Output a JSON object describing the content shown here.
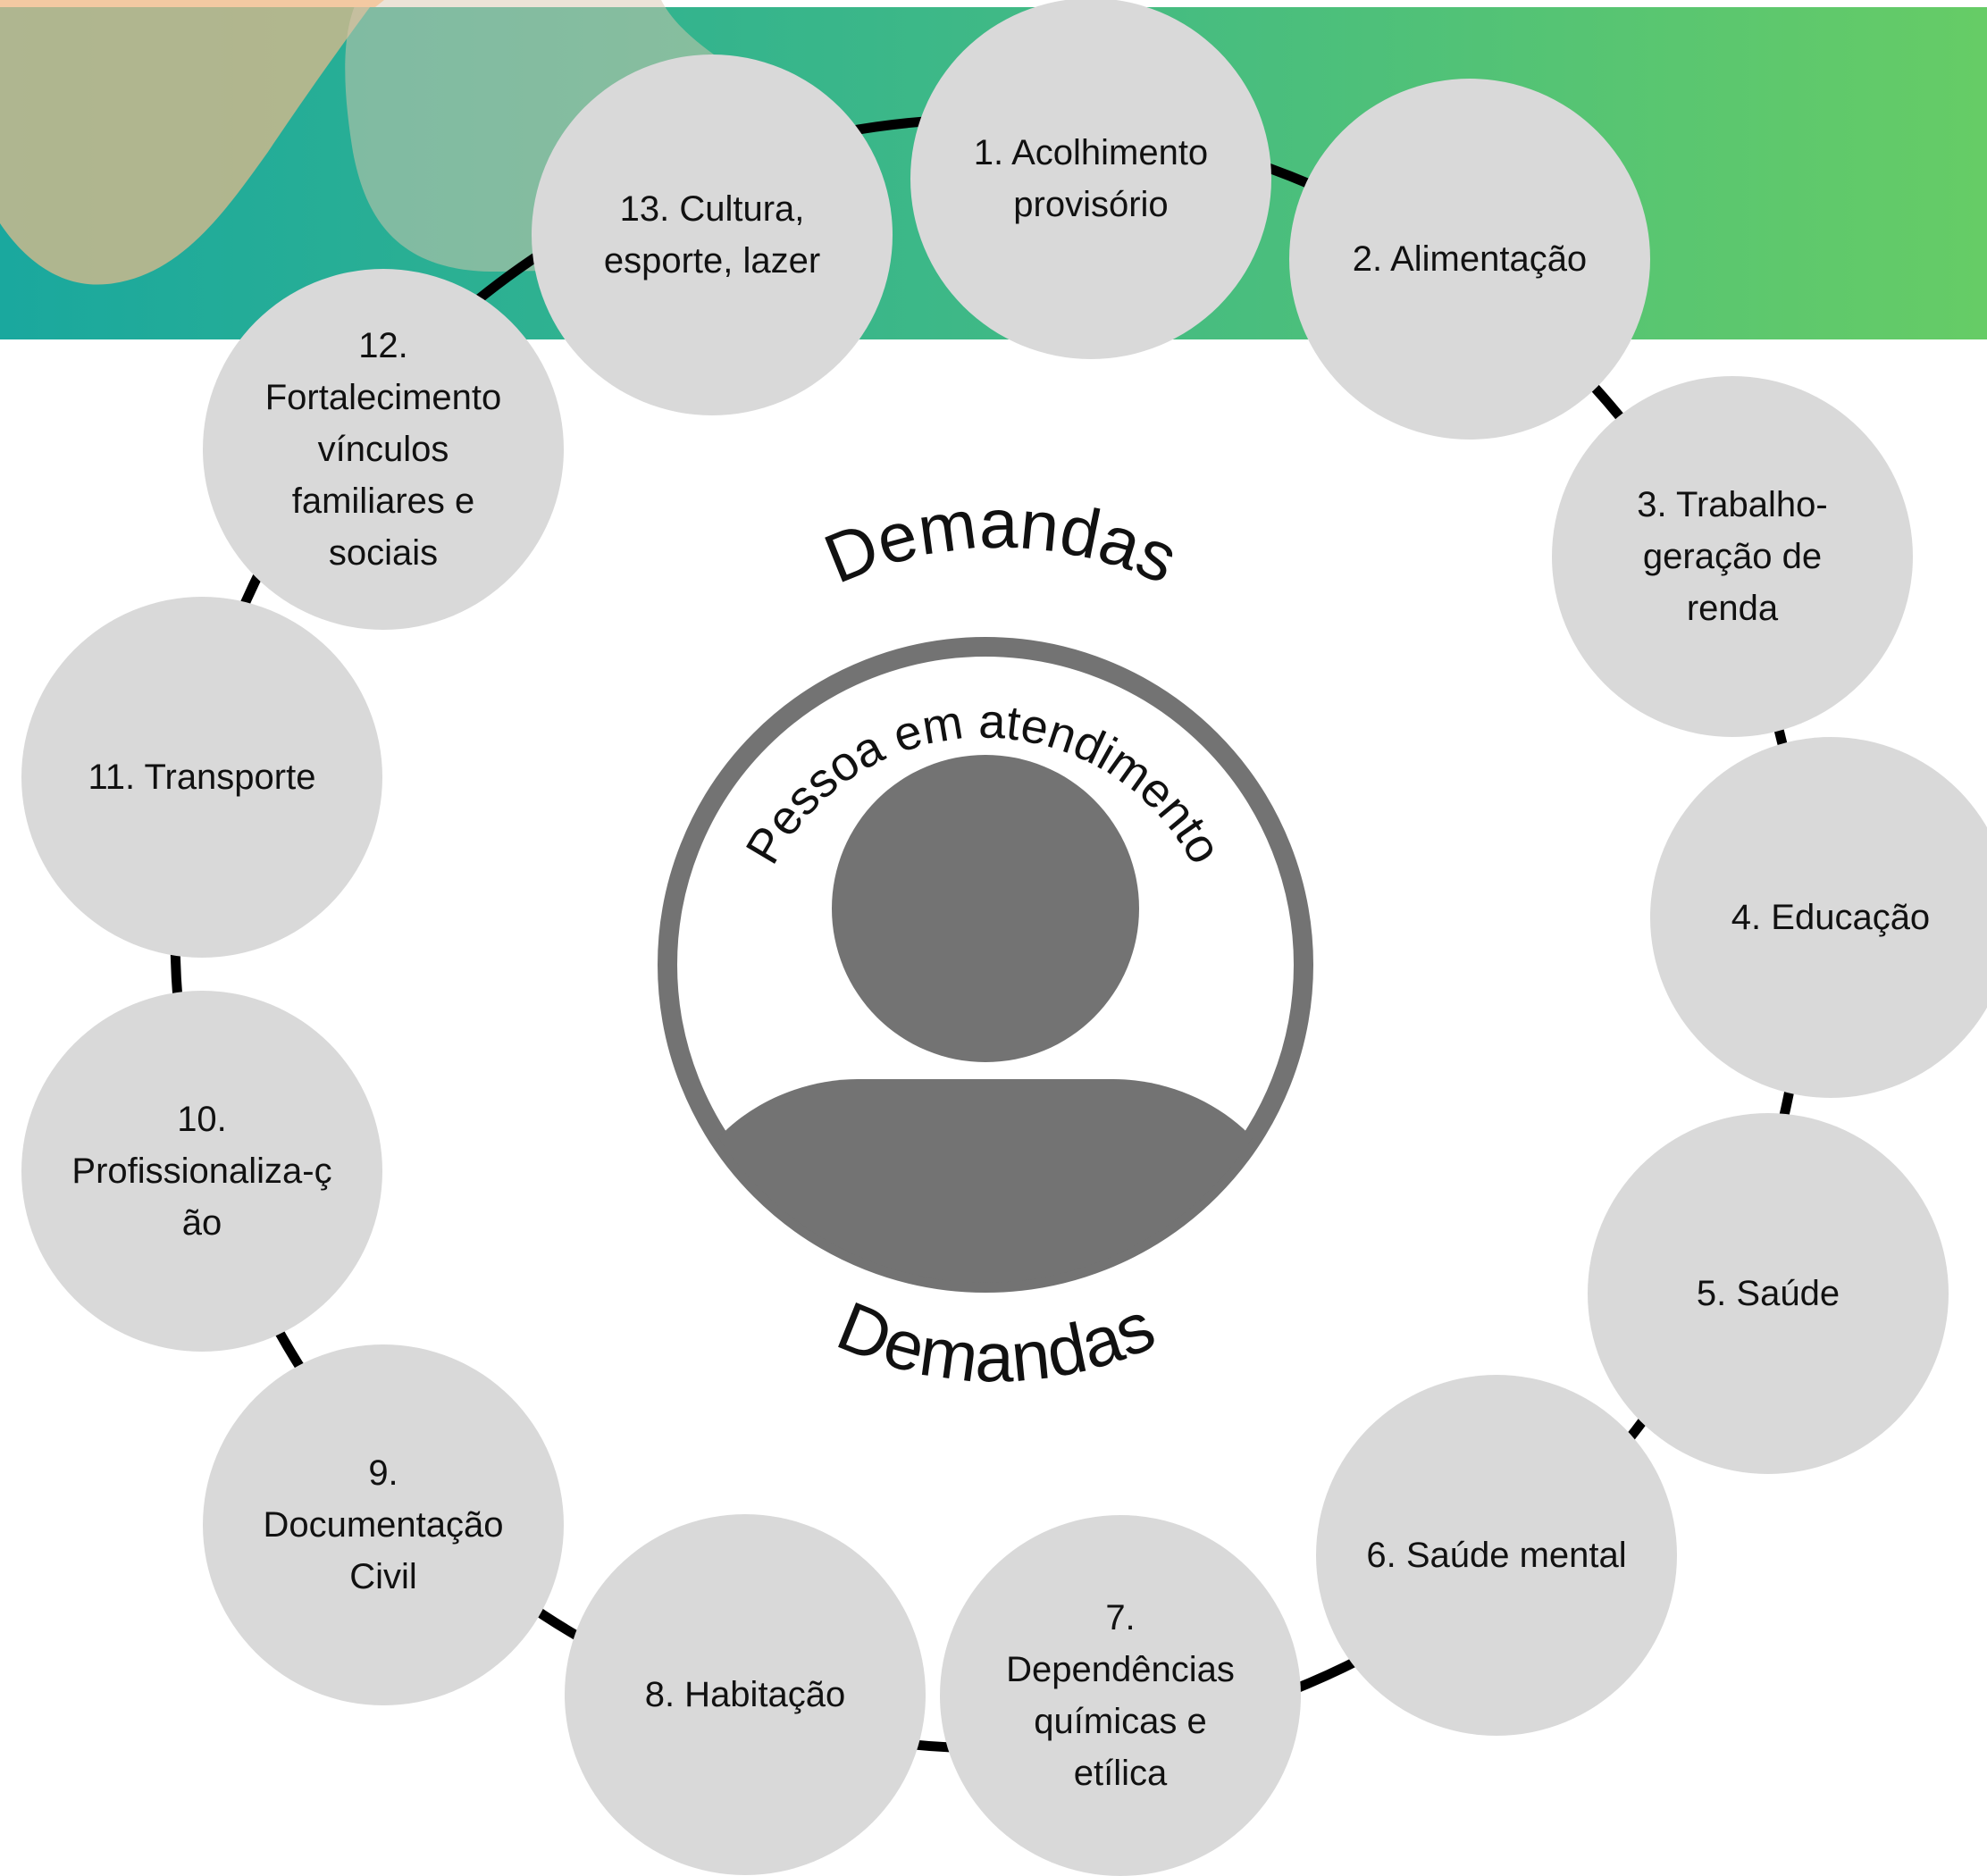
{
  "diagram": {
    "header_label_top": "Demandas",
    "header_label_bottom": "Demandas",
    "center_label": "Pessoa em atendimento",
    "center_icon": "person-avatar-icon",
    "colors": {
      "node_fill": "#d9d9d9",
      "ring_line": "#000000",
      "center_gray": "#737373",
      "band_left": "#1aa89e",
      "band_right": "#66cc66",
      "blob_tan": "#d4b98c"
    },
    "nodes": [
      {
        "id": 1,
        "label": "1. Acolhimento\nprovisório"
      },
      {
        "id": 2,
        "label": "2. Alimentação"
      },
      {
        "id": 3,
        "label": "3. Trabalho-\ngeração de\nrenda"
      },
      {
        "id": 4,
        "label": "4. Educação"
      },
      {
        "id": 5,
        "label": "5. Saúde"
      },
      {
        "id": 6,
        "label": "6. Saúde mental"
      },
      {
        "id": 7,
        "label": "7.\nDependências\nquímicas e\netílica"
      },
      {
        "id": 8,
        "label": "8. Habitação"
      },
      {
        "id": 9,
        "label": "9.\nDocumentação\nCivil"
      },
      {
        "id": 10,
        "label": "10.\nProfissionaliza-ç\não"
      },
      {
        "id": 11,
        "label": "11. Transporte"
      },
      {
        "id": 12,
        "label": "12.\nFortalecimento\nvínculos\nfamiliares e\nsociais"
      },
      {
        "id": 13,
        "label": "13. Cultura,\nesporte, lazer"
      }
    ]
  }
}
